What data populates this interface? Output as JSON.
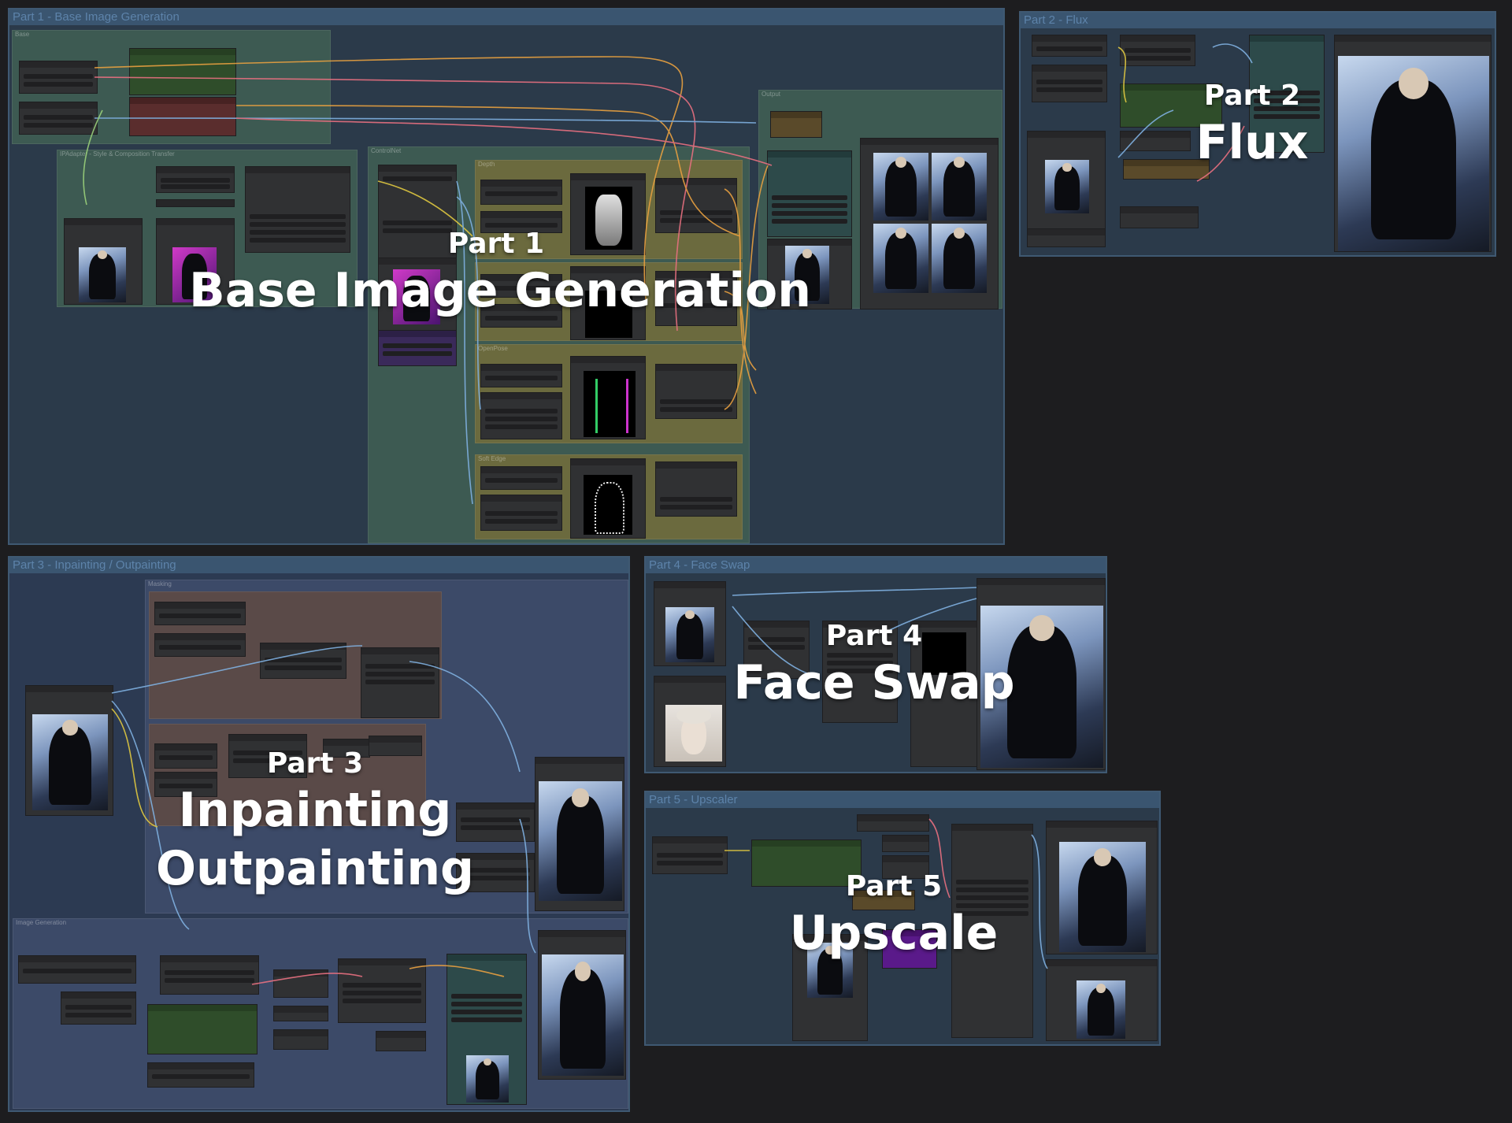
{
  "groups": {
    "part1": {
      "title": "Part 1 - Base Image Generation",
      "subgroups": {
        "base": "Base",
        "ipadapter": "IPAdapter - Style & Composition Transfer",
        "controlnet": "ControlNet",
        "depth": "Depth",
        "openpose": "OpenPose",
        "softedge": "Soft Edge",
        "output": "Output"
      }
    },
    "part2": {
      "title": "Part 2 - Flux"
    },
    "part3": {
      "title": "Part 3 - Inpainting / Outpainting",
      "subgroups": {
        "masking": "Masking",
        "image_generation": "Image Generation"
      }
    },
    "part4": {
      "title": "Part 4 - Face Swap"
    },
    "part5": {
      "title": "Part 5 - Upscaler"
    }
  },
  "overlays": {
    "part1": {
      "small": "Part 1",
      "big": "Base Image Generation"
    },
    "part2": {
      "small": "Part 2",
      "big": "Flux"
    },
    "part3": {
      "small": "Part 3",
      "big": "Inpainting",
      "big2": "Outpainting"
    },
    "part4": {
      "small": "Part 4",
      "big": "Face Swap"
    },
    "part5": {
      "small": "Part 5",
      "big": "Upscale"
    }
  },
  "colors": {
    "canvas": "#1d1d1f",
    "group": "#2b3a4a",
    "group_title": "#5d83aa",
    "wire_orange": "#e8a040",
    "wire_pink": "#e87080",
    "wire_blue": "#7fb0e0",
    "wire_yellow": "#e0c840",
    "wire_green": "#9ad07a"
  }
}
